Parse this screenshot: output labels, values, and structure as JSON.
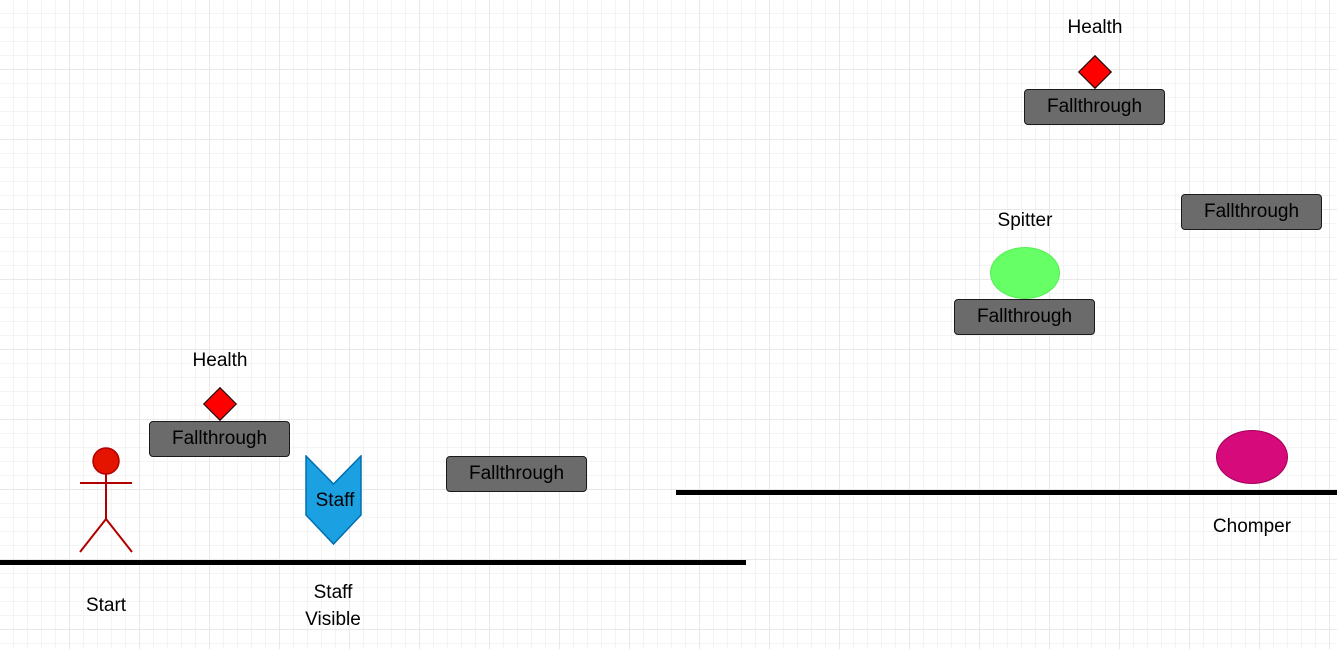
{
  "labels": {
    "start": "Start",
    "staff_visible_line1": "Staff",
    "staff_visible_line2": "Visible",
    "health_left": "Health",
    "health_right": "Health",
    "spitter": "Spitter",
    "chomper": "Chomper"
  },
  "platforms": [
    {
      "label": "Fallthrough"
    },
    {
      "label": "Fallthrough"
    },
    {
      "label": "Fallthrough"
    },
    {
      "label": "Fallthrough"
    },
    {
      "label": "Fallthrough"
    }
  ],
  "staff": {
    "label": "Staff"
  },
  "colors": {
    "health": "#ff0000",
    "start_figure": "#b20000",
    "start_head": "#e51400",
    "staff": "#1ba1e2",
    "spitter": "#66ff66",
    "chomper": "#d60a7a",
    "platform": "#6b6b6b",
    "ground": "#000000"
  }
}
